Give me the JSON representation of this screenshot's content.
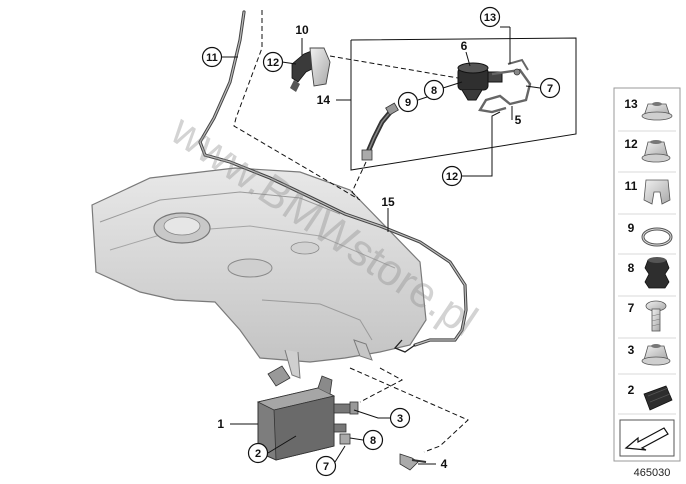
{
  "watermark": "www.BMWstore.pl",
  "document_number": "465030",
  "callouts": {
    "c11": "11",
    "c10": "10",
    "c12_top": "12",
    "c6": "6",
    "c13_top": "13",
    "c14": "14",
    "c9_top": "9",
    "c8_top": "8",
    "c7_top": "7",
    "c5": "5",
    "c12_mid": "12",
    "c15": "15",
    "c1": "1",
    "c3": "3",
    "c2": "2",
    "c8_bot": "8",
    "c7_bot": "7",
    "c4": "4"
  },
  "legend": [
    "13",
    "12",
    "11",
    "9",
    "8",
    "7",
    "3",
    "2"
  ],
  "colors": {
    "tank_fill": "#d9d9d9",
    "tank_shadow": "#bdbdbd",
    "part_dark": "#3a3a3a",
    "legend_fill": "#e6e6e6",
    "watermark": "#8c8c8c"
  },
  "icons": {
    "arrow_box": "orientation-arrow-icon"
  }
}
